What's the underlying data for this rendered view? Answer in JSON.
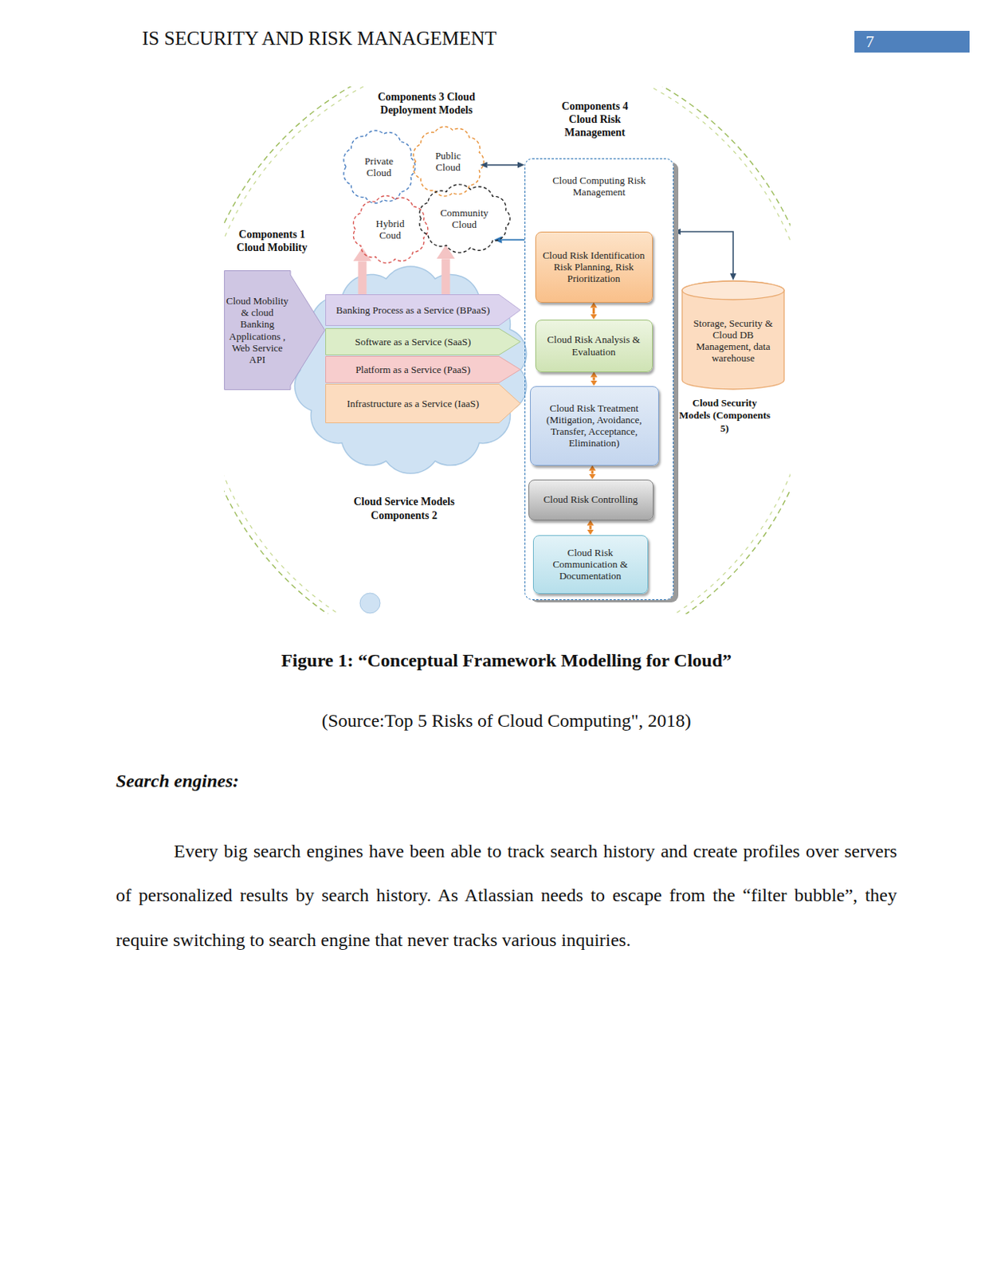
{
  "diagram": {
    "caption": "Figure 1: “Conceptual Framework Modelling for Cloud”",
    "nodes": [
      {
        "text": [
          "Private Cloud"
        ]
      },
      {
        "text": [
          "Public Cloud"
        ]
      },
      {
        "text": [
          "Hybrid Coud"
        ]
      },
      {
        "text": [
          "Community Cloud"
        ]
      },
      {
        "text": [
          "Cloud Mobility & cloud Banking Applications , Web Service API"
        ]
      },
      {
        "text": [
          "Banking Process as a Service (BPaaS)"
        ]
      },
      {
        "text": [
          "Software as a Service (SaaS)"
        ]
      },
      {
        "text": [
          "Platform as a Service (PaaS)"
        ]
      },
      {
        "text": [
          "Infrastructure as a Service (IaaS)"
        ]
      },
      {
        "text": [
          "Cloud Computing Risk Management"
        ]
      },
      {
        "text": [
          "Cloud Risk Identification Risk Planning, Risk Prioritization"
        ],
        "in": 9
      },
      {
        "text": [
          "Cloud Risk Analysis & Evaluation"
        ],
        "in": 9
      },
      {
        "text": [
          "Cloud Risk Treatment (Mitigation, Avoidance, Transfer, Acceptance, Elimination)"
        ],
        "in": 9
      },
      {
        "text": [
          "Cloud Risk Controlling"
        ],
        "in": 9
      },
      {
        "text": [
          "Cloud Risk Communication & Documentation"
        ],
        "in": 9
      },
      {
        "text": [
          "Storage, Security & Cloud DB Management, data warehouse"
        ]
      }
    ],
    "edges": [
      {
        "from": 1,
        "to": 9,
        "arrow": "both"
      },
      {
        "from": 9,
        "to": 3,
        "arrow": "to"
      },
      {
        "from": 10,
        "to": 11,
        "arrow": "both"
      },
      {
        "from": 11,
        "to": 12,
        "arrow": "both"
      },
      {
        "from": 12,
        "to": 13,
        "arrow": "both"
      },
      {
        "from": 13,
        "to": 14,
        "arrow": "both"
      },
      {
        "from": 9,
        "to": 15,
        "arrow": "both"
      },
      {
        "from": 5,
        "to": 2,
        "arrow": "to"
      },
      {
        "from": 5,
        "to": 3,
        "arrow": "to"
      }
    ],
    "labels": [
      "IS SECURITY AND RISK MANAGEMENT",
      "7",
      "Components 3 Cloud Deployment Models",
      "Components 4 Cloud Risk Management",
      "Components 1 Cloud Mobility",
      "Cloud Service Models Components 2",
      "Cloud Security Models (Components 5)",
      "(Source:Top 5 Risks of Cloud Computing\", 2018)",
      "Search engines:",
      "Every big search engines have been able to track search history and create profiles over servers of personalized results by search history. As Atlassian needs to escape from the “filter bubble”, they require switching to search engine that never tracks various inquiries."
    ]
  }
}
